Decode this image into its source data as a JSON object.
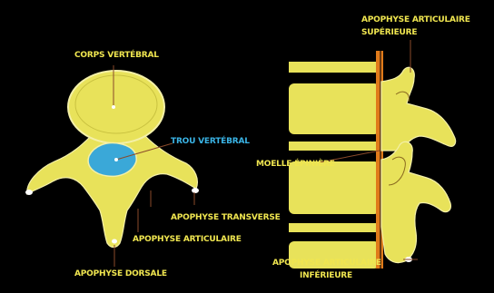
{
  "colors": {
    "background": "#000000",
    "bone": "#e8e25a",
    "bone_outline": "#f4f0a8",
    "canal": "#3aa8d8",
    "label_yellow": "#f0e650",
    "label_cyan": "#3ab4e6",
    "label_white": "#ffffff",
    "pointer": "#8a4a2a",
    "orange_strip": "#e07a1a"
  },
  "labels": {
    "corps_vertebral": "CORPS VERTÉBRAL",
    "trou_vertebral": "TROU VERTÉBRAL",
    "apophyse_transverse": "APOPHYSE TRANSVERSE",
    "apophyse_articulaire": "APOPHYSE ARTICULAIRE",
    "apophyse_dorsale": "APOPHYSE DORSALE",
    "apophyse_articulaire_superieure_1": "APOPHYSE ARTICULAIRE",
    "apophyse_articulaire_superieure_2": "SUPÉRIEURE",
    "moelle_epiniere": "MOELLE ÉPINIÈRE",
    "apophyse_articulaire_inferieure_1": "APOPHYSE ARTICULAIRE",
    "apophyse_articulaire_inferieure_2": "INFÉRIEURE"
  }
}
